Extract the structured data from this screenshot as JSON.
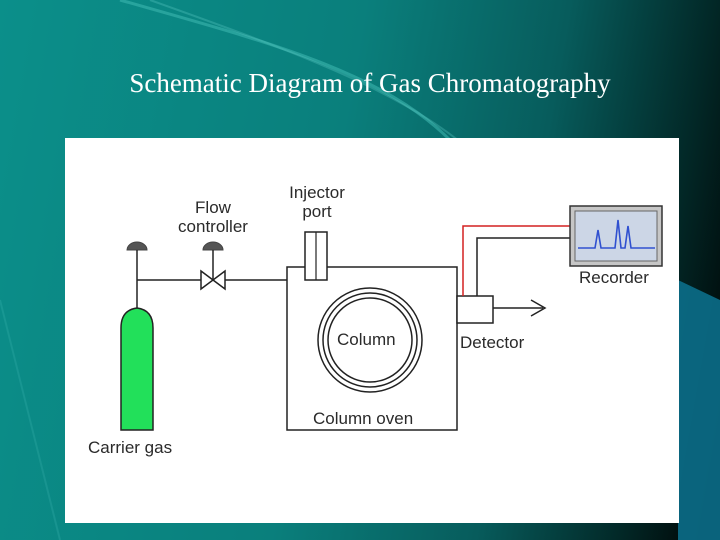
{
  "slide": {
    "title": "Schematic Diagram of Gas Chromatography"
  },
  "diagram": {
    "labels": {
      "flow_controller_line1": "Flow",
      "flow_controller_line2": "controller",
      "injector_port_line1": "Injector",
      "injector_port_line2": "port",
      "recorder": "Recorder",
      "column": "Column",
      "detector": "Detector",
      "column_oven": "Column oven",
      "carrier_gas": "Carrier gas"
    },
    "colors": {
      "gas_cylinder": "#22e05a",
      "signal_wire": "#d42020",
      "chromatogram_trace": "#3050d0",
      "recorder_screen": "#ccd6e6"
    }
  }
}
